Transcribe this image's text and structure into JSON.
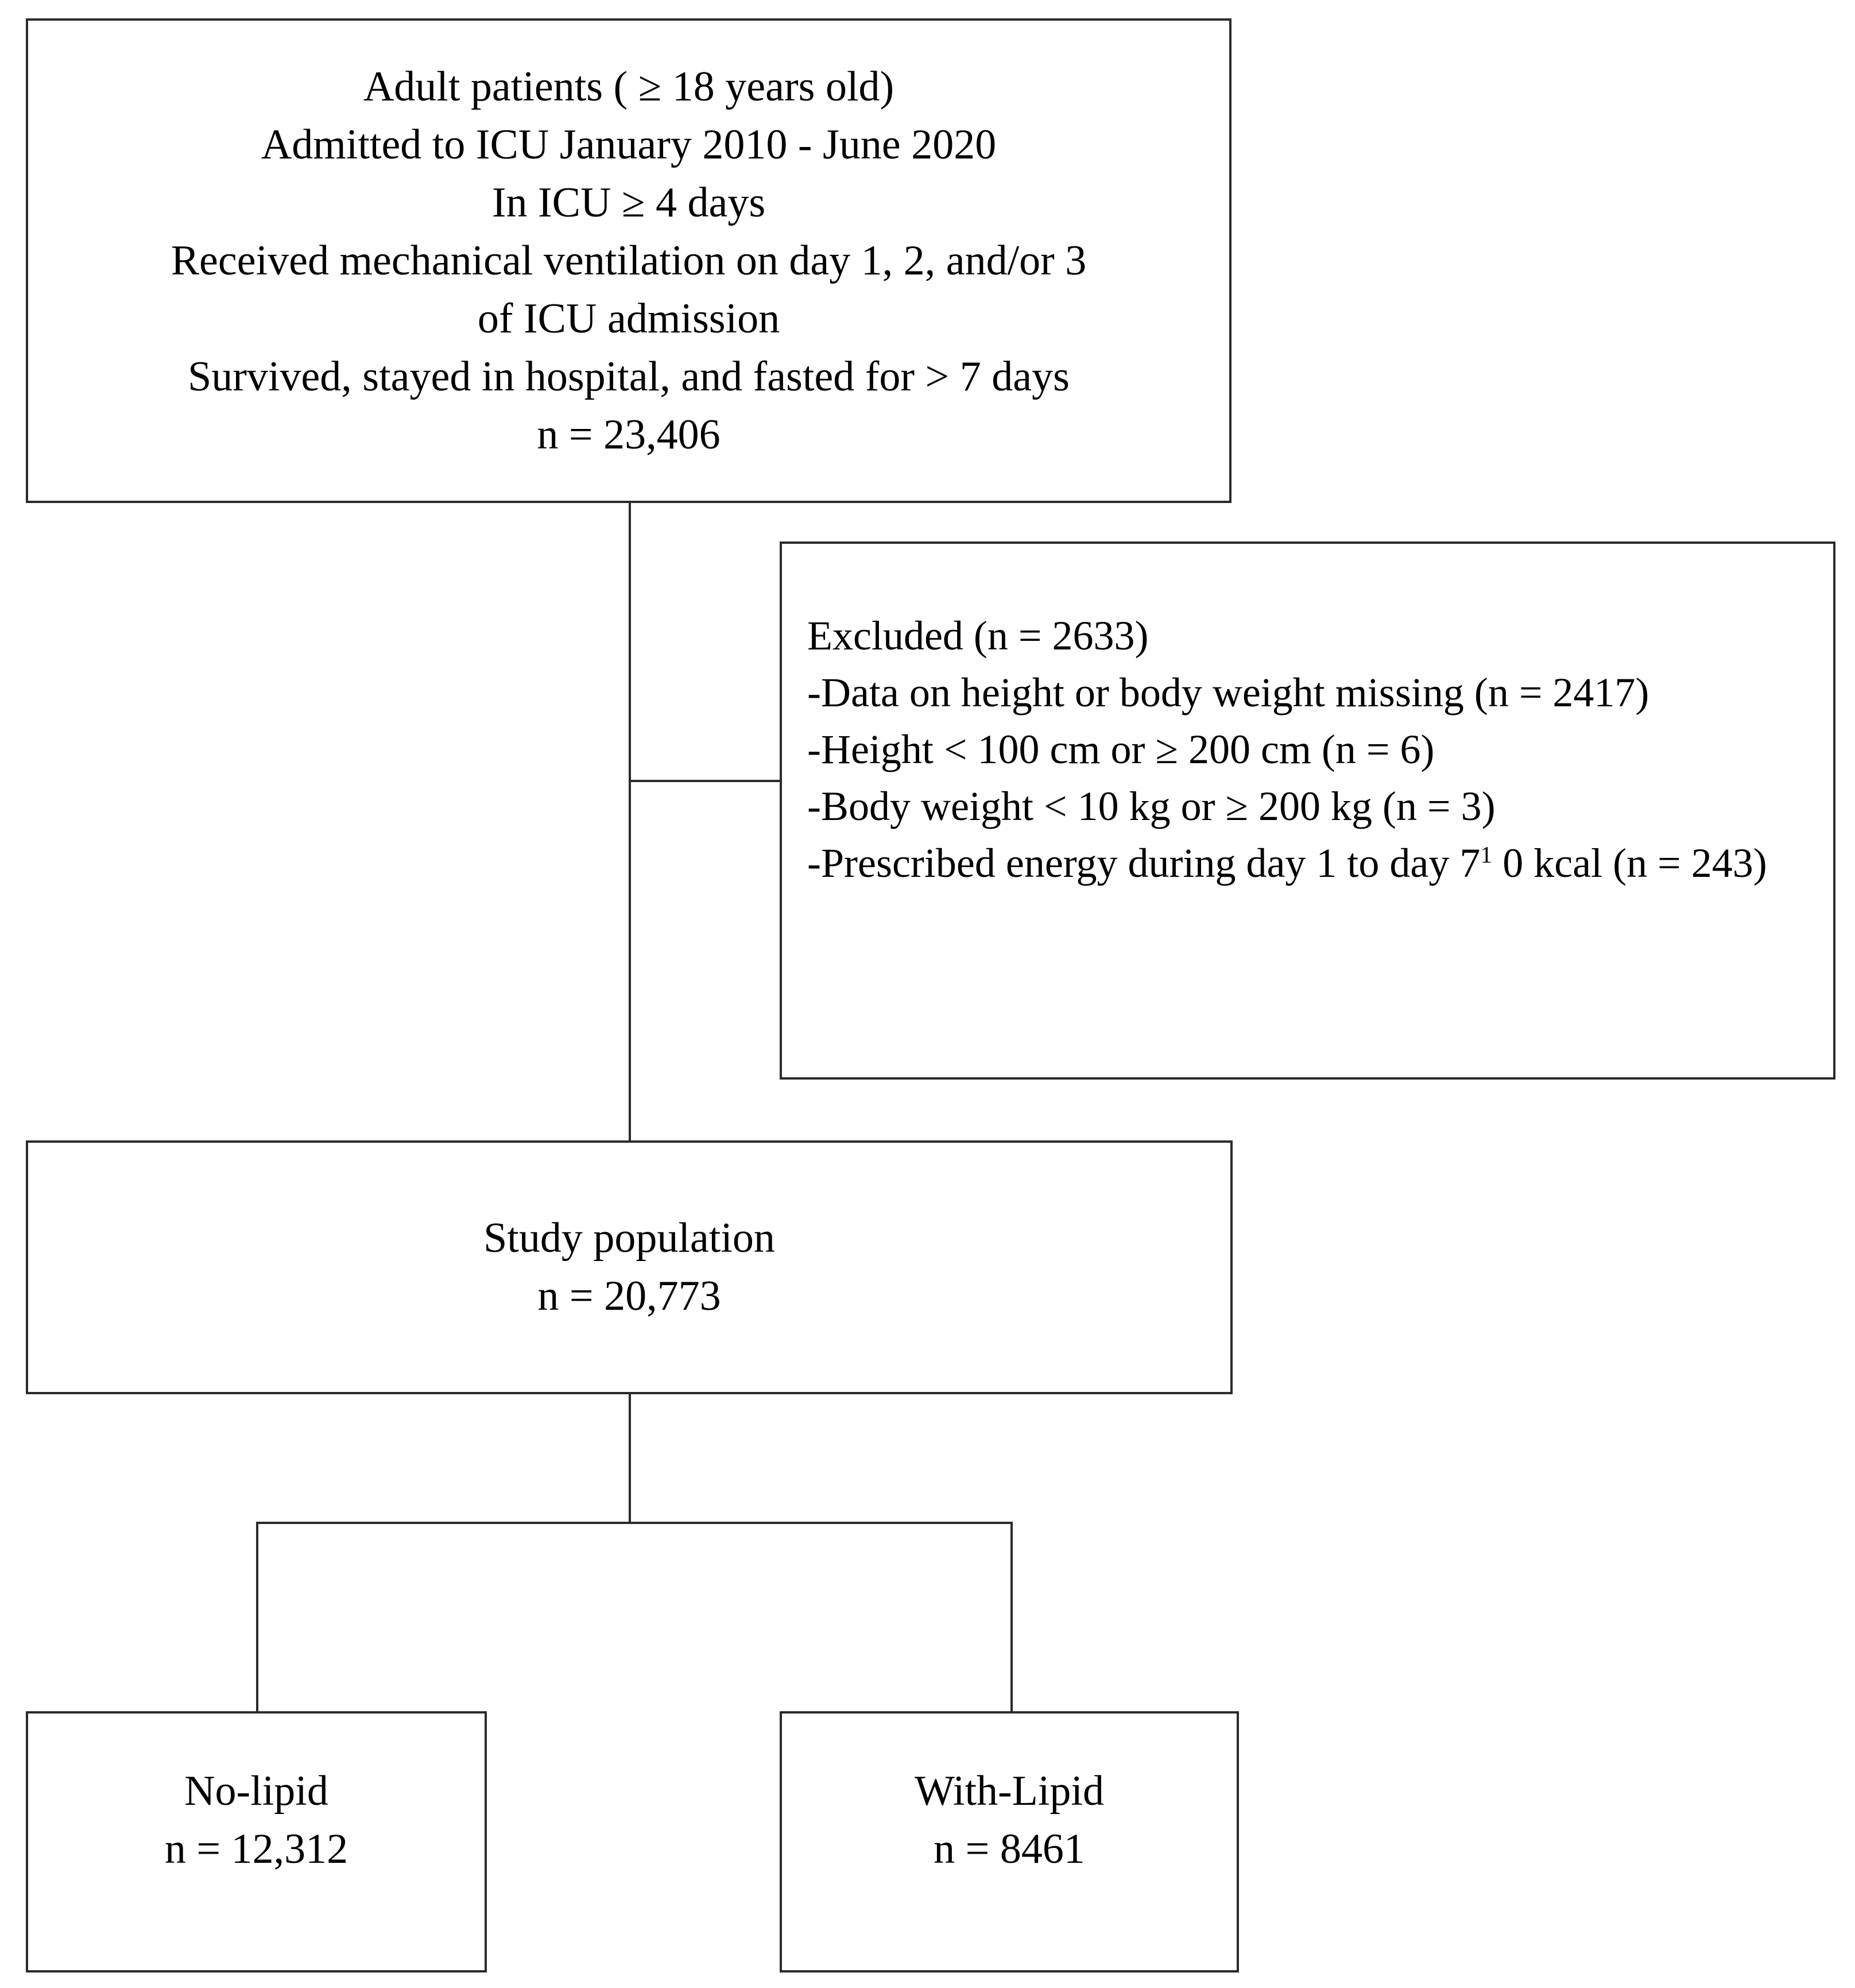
{
  "figure": {
    "type": "study-flow-diagram",
    "colors": {
      "stroke": "#2b2b2b",
      "background": "#ffffff",
      "text": "#000000"
    }
  },
  "eligibility_box": {
    "lines": [
      "Adult patients ( ≥ 18 years old)",
      "Admitted to ICU  January 2010  - June 2020",
      "In ICU ≥ 4 days",
      "Received mechanical ventilation on day 1, 2, and/or 3",
      "of ICU admission",
      "Survived, stayed in hospital, and fasted for > 7 days",
      "n = 23,406"
    ]
  },
  "excluded_box": {
    "heading": "Excluded (n = 2633)",
    "reasons": [
      "-Data  on height or body weight missing (n = 2417)",
      "-Height  < 100  cm  or ≥ 200  cm  (n = 6)",
      "-Body weight < 10 kg or ≥ 200 kg (n = 3)"
    ],
    "footnote_reason": {
      "before": "-Prescribed energy during day 1 to day 7",
      "marker": "1",
      "after": " 0 kcal (n = 243)"
    }
  },
  "study_population_box": {
    "lines": [
      "Study population",
      "n = 20,773"
    ]
  },
  "arms": [
    {
      "label": "No-lipid",
      "count": "n = 12,312"
    },
    {
      "label": "With-Lipid",
      "count": "n = 8461"
    }
  ],
  "connectors": {
    "trunk_label": "main-vertical-connector",
    "branch_label": "two-arm-branch-connector",
    "exclusion_label": "exclusion-branch-connector"
  }
}
